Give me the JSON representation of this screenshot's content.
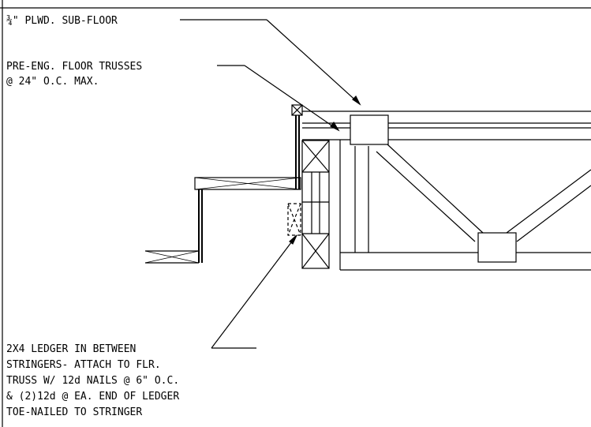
{
  "drawing": {
    "line_color": "#000000",
    "background": "#ffffff"
  },
  "labels": {
    "subfloor": "¾\" PLWD. SUB-FLOOR",
    "trusses_line1": "PRE-ENG. FLOOR TRUSSES",
    "trusses_line2": "@ 24\" O.C. MAX.",
    "ledger_line1": "2X4 LEDGER IN BETWEEN",
    "ledger_line2": "STRINGERS- ATTACH TO FLR.",
    "ledger_line3": "TRUSS W/ 12d NAILS @ 6\" O.C.",
    "ledger_line4": "& (2)12d @ EA. END OF LEDGER",
    "ledger_line5": "TOE-NAILED TO STRINGER"
  }
}
